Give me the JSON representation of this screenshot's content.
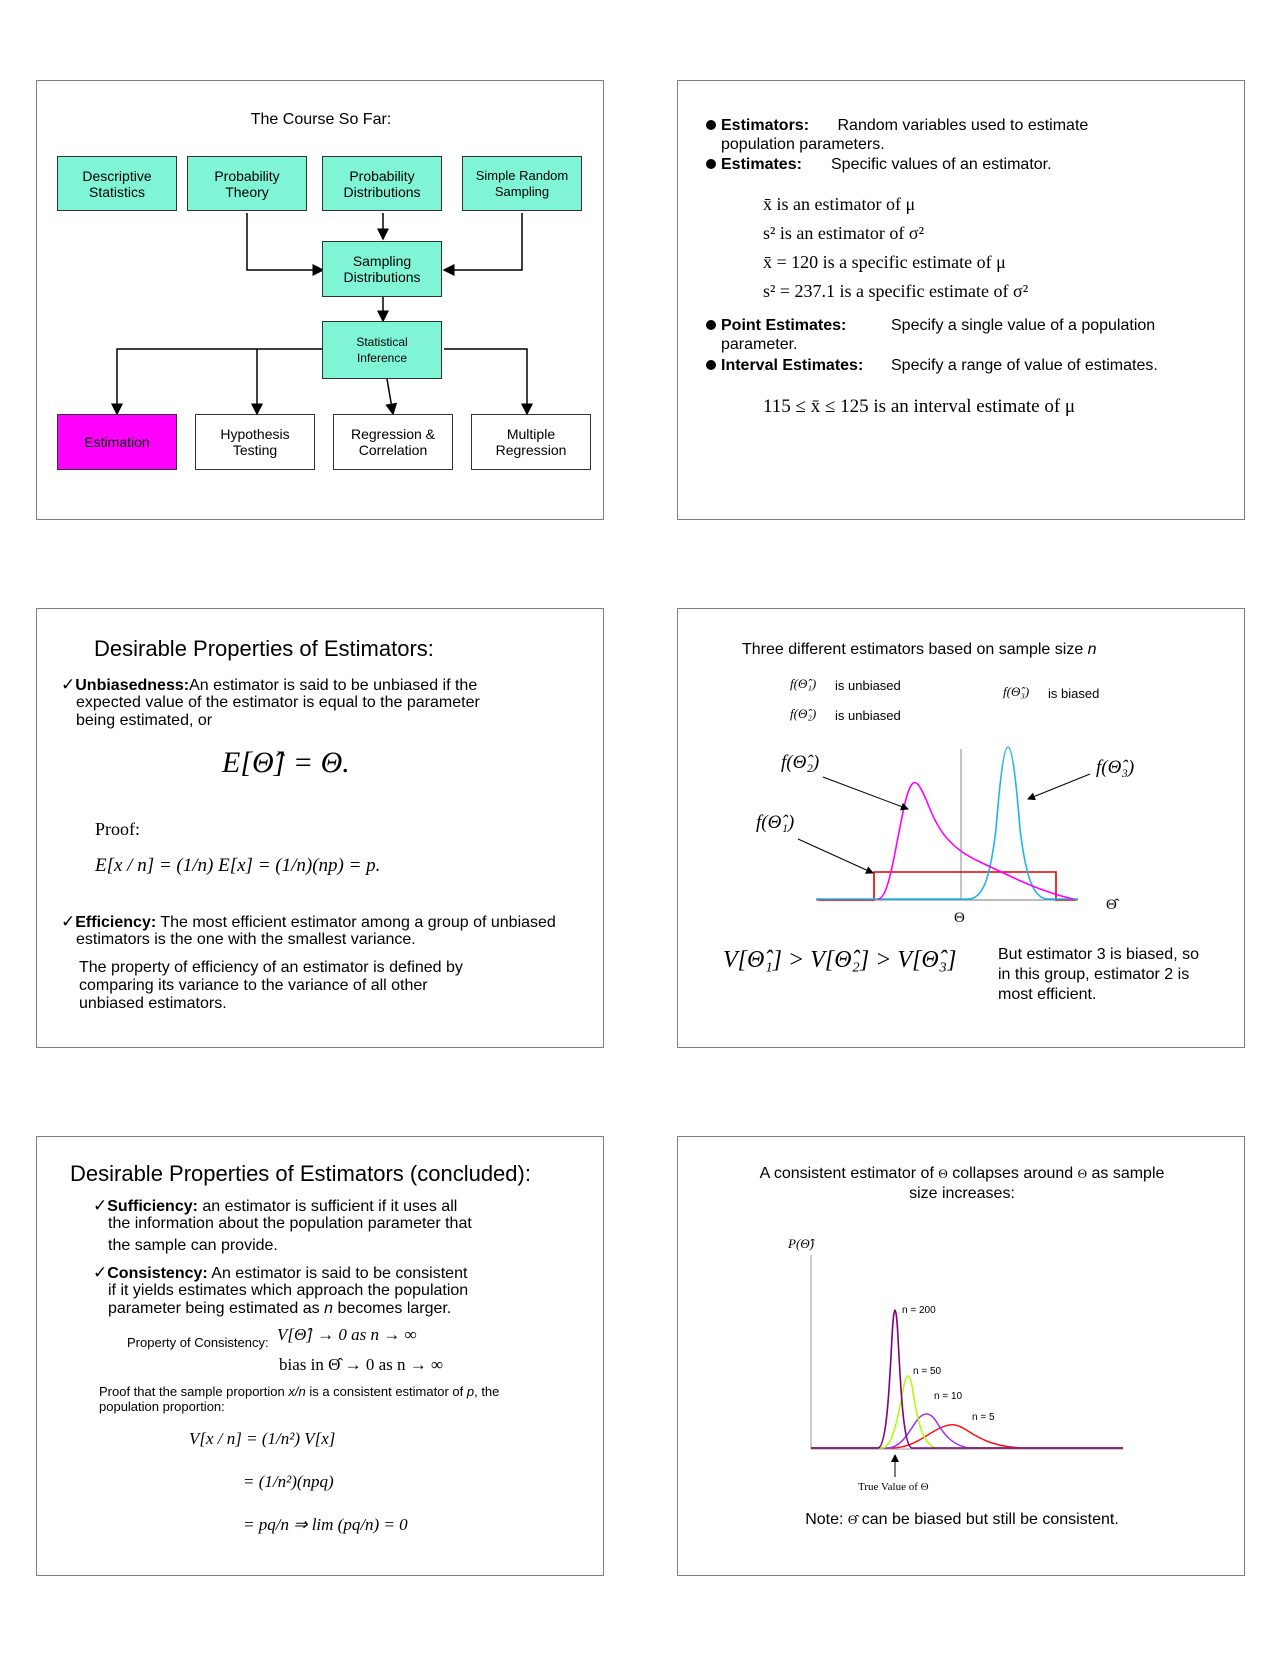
{
  "s1": {
    "title": "The Course So Far:",
    "boxes": {
      "descriptive": "Descriptive\nStatistics",
      "probability": "Probability\nTheory",
      "prob_dist": "Probability\nDistributions",
      "srs": "Simple Random\nSampling",
      "sampling_dist": "Sampling\nDistributions",
      "inference": "Statistical\nInference",
      "estimation": "Estimation",
      "hypothesis": "Hypothesis\nTesting",
      "regression": "Regression &\nCorrelation",
      "multiple": "Multiple\nRegression"
    },
    "colors": {
      "teal": "#7ff5d5",
      "magenta": "#ff00ff"
    }
  },
  "s2": {
    "estimators_label": "Estimators:",
    "estimators_text": "Random variables used to estimate",
    "estimators_text2": "population parameters.",
    "estimates_label": "Estimates:",
    "estimates_text": "Specific values of an estimator.",
    "line1": "x̄ is an estimator of μ",
    "line2": "s² is an estimator of σ²",
    "line3": "x̄ = 120 is a specific estimate of μ",
    "line4": "s² = 237.1 is a specific estimate of σ²",
    "point_label": "Point Estimates:",
    "point_text": "Specify a single value of a population",
    "point_text2": "parameter.",
    "interval_label": "Interval Estimates:",
    "interval_text": "Specify a range of value of estimates.",
    "interval_eq": "115 ≤ x̄ ≤ 125 is an interval estimate of μ"
  },
  "s3": {
    "title": "Desirable Properties of Estimators:",
    "unbiased_label": "Unbiasedness:",
    "unbiased_text": "An estimator is said to be unbiased if the",
    "unbiased_text2": "expected value of the estimator is equal to the parameter",
    "unbiased_text3": "being estimated, or",
    "eq": "E[Θ̂] = Θ.",
    "proof_label": "Proof:",
    "proof_eq": "E[x / n] = (1/n) E[x] = (1/n)(np) = p.",
    "efficiency_label": "Efficiency:",
    "efficiency_text": "The most efficient estimator among a group of unbiased",
    "efficiency_text2": "estimators is the one with the smallest variance.",
    "para1": "The property of efficiency of an estimator is defined by",
    "para2": "comparing its variance to the variance of all other",
    "para3": "unbiased estimators."
  },
  "s4": {
    "title": "Three different estimators based on sample size",
    "title_n": "n",
    "leg1": "f(Θ̂₁)",
    "leg1_text": "is unbiased",
    "leg2": "f(Θ̂₂)",
    "leg2_text": "is unbiased",
    "leg3": "f(Θ̂₃)",
    "leg3_text": "is biased",
    "lab_f2": "f(Θ̂₂)",
    "lab_f1": "f(Θ̂₁)",
    "lab_f3": "f(Θ̂₃)",
    "axis_theta": "Θ",
    "axis_thetahat": "Θ̂",
    "ineq": "V[Θ̂₁] > V[Θ̂₂] > V[Θ̂₃]",
    "note1": "But estimator 3 is biased, so",
    "note2": "in this group, estimator 2 is",
    "note3": "most efficient.",
    "colors": {
      "f1": "#e00000",
      "f2": "#ff00ff",
      "f3": "#1fb6ea"
    }
  },
  "s5": {
    "title": "Desirable Properties of Estimators (concluded):",
    "suff_label": "Sufficiency:",
    "suff_text": "an estimator is sufficient if it uses all",
    "suff_text2": "the information about the population parameter that",
    "suff_text3": "the sample can provide.",
    "cons_label": "Consistency:",
    "cons_text": "An estimator is said to be consistent",
    "cons_text2": "if it yields estimates which approach the population",
    "cons_text3a": "parameter being estimated as",
    "cons_text3n": "n",
    "cons_text3b": "becomes larger.",
    "prop_label": "Property of Consistency:",
    "prop_eq1": "V[Θ̂] → 0 as n → ∞",
    "prop_eq2": "bias in Θ̂ → 0 as n → ∞",
    "proof_a": "Proof that the sample proportion",
    "proof_xn": "x/n",
    "proof_b": "is a consistent estimator of",
    "proof_p": "p",
    "proof_c": ", the",
    "proof_line2": "population proportion:",
    "eq1": "V[x / n] = (1/n²) V[x]",
    "eq2": "= (1/n²)(npq)",
    "eq3": "= pq/n ⇒ lim (pq/n) = 0"
  },
  "s6": {
    "title1a": "A consistent estimator of",
    "title1theta": "Θ",
    "title1b": "collapses around",
    "title1c": "as sample",
    "title2": "size increases:",
    "ylabel": "P(Θ̂)",
    "xlabel": "True Value of Θ",
    "series": [
      {
        "name": "n = 200",
        "color": "#800080"
      },
      {
        "name": "n = 50",
        "color": "#aaff00"
      },
      {
        "name": "n = 10",
        "color": "#9a30ff"
      },
      {
        "name": "n = 5",
        "color": "#ff1010"
      }
    ],
    "note_a": "Note:",
    "note_theta": "Θ̂",
    "note_b": "can be biased but still be consistent."
  }
}
